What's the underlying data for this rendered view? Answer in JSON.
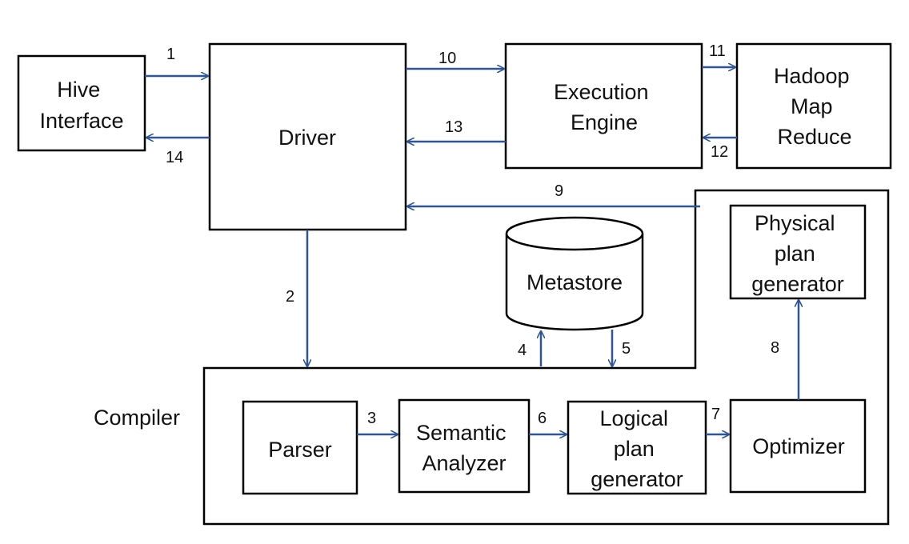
{
  "colors": {
    "arrow": "#2e5597",
    "border": "#000000",
    "background": "#ffffff"
  },
  "nodes": {
    "hive_interface": {
      "lines": [
        "Hive",
        "Interface"
      ]
    },
    "driver": {
      "lines": [
        "Driver"
      ]
    },
    "execution_engine": {
      "lines": [
        "Execution",
        "Engine"
      ]
    },
    "hadoop": {
      "lines": [
        "Hadoop",
        "Map",
        "Reduce"
      ]
    },
    "metastore": {
      "lines": [
        "Metastore"
      ]
    },
    "physical_plan": {
      "lines": [
        "Physical",
        "plan",
        "generator"
      ]
    },
    "compiler": {
      "label": "Compiler"
    },
    "parser": {
      "lines": [
        "Parser"
      ]
    },
    "semantic_analyzer": {
      "lines": [
        "Semantic",
        "Analyzer"
      ]
    },
    "logical_plan": {
      "lines": [
        "Logical",
        "plan",
        "generator"
      ]
    },
    "optimizer": {
      "lines": [
        "Optimizer"
      ]
    }
  },
  "edges": [
    {
      "id": "e1",
      "label": "1",
      "from": "hive_interface",
      "to": "driver"
    },
    {
      "id": "e14",
      "label": "14",
      "from": "driver",
      "to": "hive_interface"
    },
    {
      "id": "e10",
      "label": "10",
      "from": "driver",
      "to": "execution_engine"
    },
    {
      "id": "e13",
      "label": "13",
      "from": "execution_engine",
      "to": "driver"
    },
    {
      "id": "e11",
      "label": "11",
      "from": "execution_engine",
      "to": "hadoop"
    },
    {
      "id": "e12",
      "label": "12",
      "from": "hadoop",
      "to": "execution_engine"
    },
    {
      "id": "e9",
      "label": "9",
      "from": "compiler",
      "to": "driver"
    },
    {
      "id": "e2",
      "label": "2",
      "from": "driver",
      "to": "compiler"
    },
    {
      "id": "e4",
      "label": "4",
      "from": "compiler",
      "to": "metastore"
    },
    {
      "id": "e5",
      "label": "5",
      "from": "metastore",
      "to": "compiler"
    },
    {
      "id": "e3",
      "label": "3",
      "from": "parser",
      "to": "semantic_analyzer"
    },
    {
      "id": "e6",
      "label": "6",
      "from": "semantic_analyzer",
      "to": "logical_plan"
    },
    {
      "id": "e7",
      "label": "7",
      "from": "logical_plan",
      "to": "optimizer"
    },
    {
      "id": "e8",
      "label": "8",
      "from": "optimizer",
      "to": "physical_plan"
    }
  ]
}
